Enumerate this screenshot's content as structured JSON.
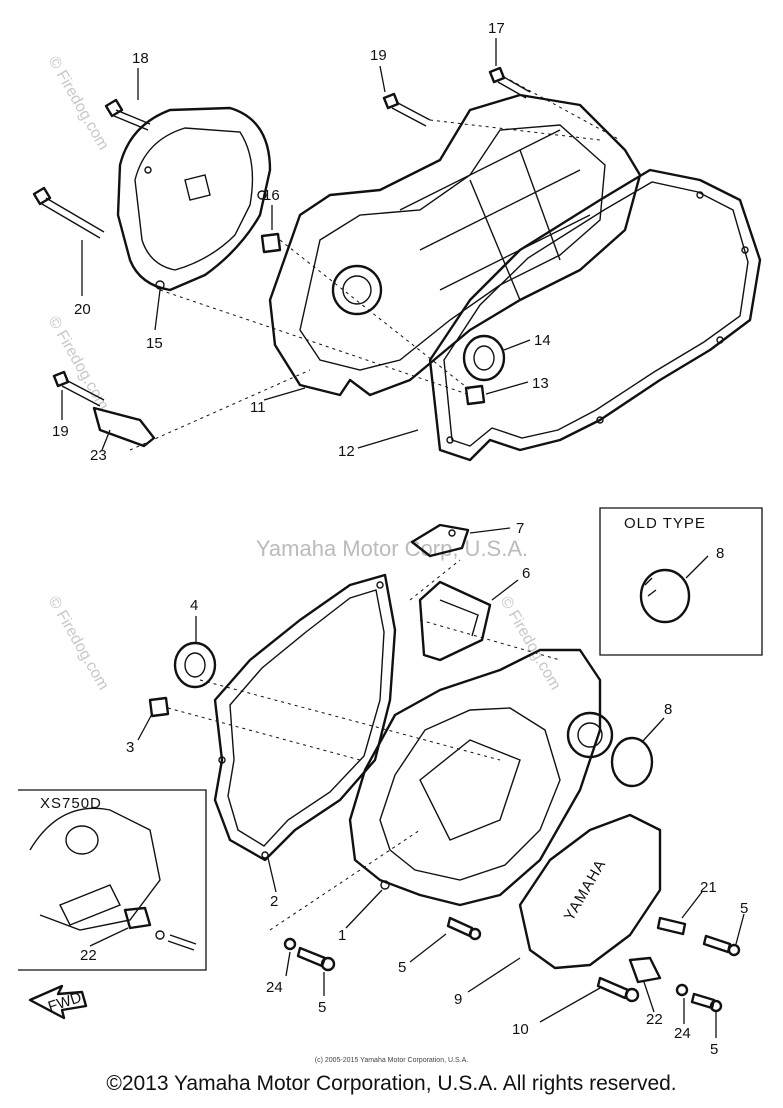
{
  "callouts": {
    "c1": "1",
    "c2": "2",
    "c3": "3",
    "c4": "4",
    "c5a": "5",
    "c5b": "5",
    "c5c": "5",
    "c5d": "5",
    "c6": "6",
    "c7": "7",
    "c8a": "8",
    "c8b": "8",
    "c9": "9",
    "c10": "10",
    "c11": "11",
    "c12": "12",
    "c13": "13",
    "c14": "14",
    "c15": "15",
    "c16": "16",
    "c17": "17",
    "c18": "18",
    "c19a": "19",
    "c19b": "19",
    "c20": "20",
    "c21": "21",
    "c22a": "22",
    "c22b": "22",
    "c23": "23",
    "c24a": "24",
    "c24b": "24"
  },
  "boxes": {
    "old_type": "OLD TYPE",
    "variant": "XS750D"
  },
  "cover_brand": "YAMAHA",
  "arrow_label": "FWD",
  "watermarks": {
    "center": "Yamaha Motor Corp, U.S.A.",
    "side": "© Firedog.com"
  },
  "copyright_small": "(c) 2005-2015 Yamaha Motor Corporation, U.S.A.",
  "copyright_main": "©2013 Yamaha Motor Corporation, U.S.A. All rights reserved."
}
